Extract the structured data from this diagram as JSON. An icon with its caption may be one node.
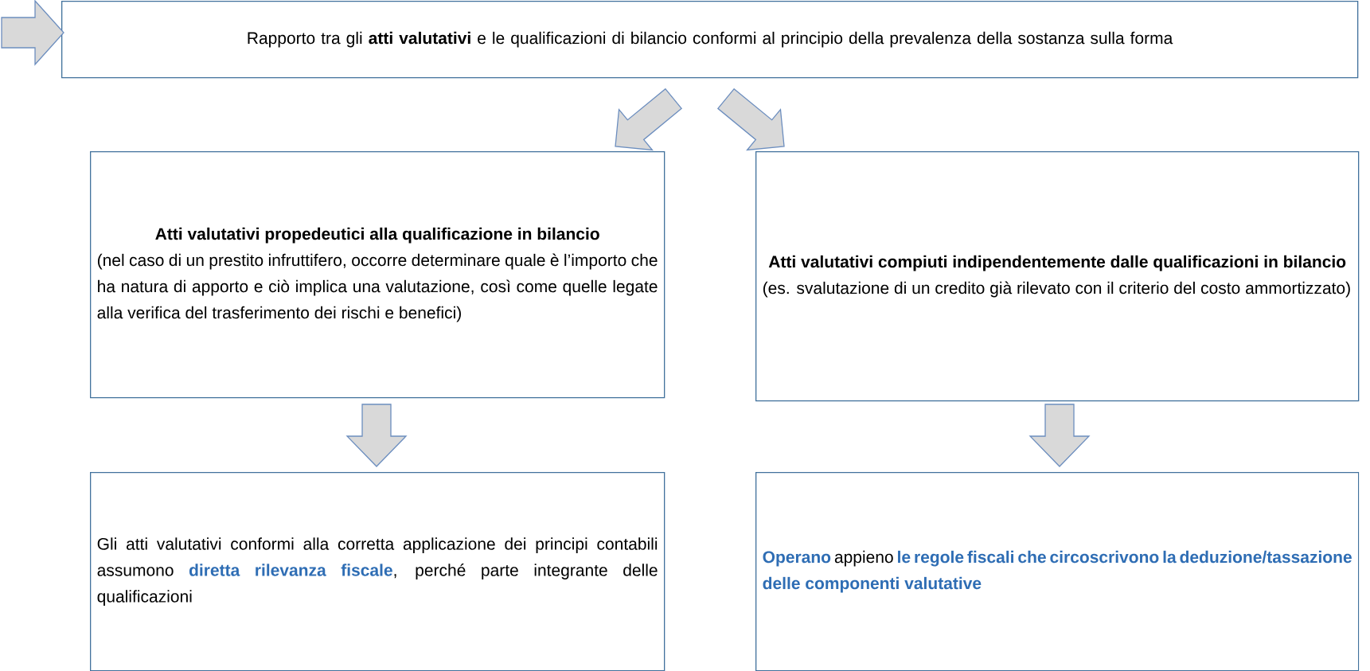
{
  "diagram": {
    "nodes": [
      {
        "text": [
          "Rapporto tra gli **atti valutativi** e le qualificazioni di bilancio conformi al principio della prevalenza della sostanza sulla forma"
        ]
      },
      {
        "text": [
          "Atti valutativi propedeutici alla qualificazione in bilancio",
          "(nel caso di un prestito infruttifero, occorre determinare quale è l’importo che ha natura di apporto e ciò implica una valutazione, così come quelle legate alla verifica del trasferimento dei rischi e benefici)"
        ]
      },
      {
        "text": [
          "Atti valutativi compiuti indipendentemente dalle qualificazioni in bilancio",
          "(es. svalutazione di un credito già rilevato con il criterio del costo ammortizzato)"
        ]
      },
      {
        "text": [
          "Gli atti valutativi conformi alla corretta applicazione dei principi contabili assumono **diretta rilevanza fiscale**, perché parte integrante delle qualificazioni"
        ]
      },
      {
        "text": [
          "**Operano** appieno **le regole fiscali che circoscrivono la deduzione/tassazione delle componenti valutative**"
        ]
      }
    ],
    "edges": [
      {
        "from": null,
        "to": 0,
        "arrow": "to"
      },
      {
        "from": 0,
        "to": 1,
        "arrow": "to"
      },
      {
        "from": 0,
        "to": 2,
        "arrow": "to"
      },
      {
        "from": 1,
        "to": 3,
        "arrow": "to"
      },
      {
        "from": 2,
        "to": 4,
        "arrow": "to"
      }
    ]
  }
}
